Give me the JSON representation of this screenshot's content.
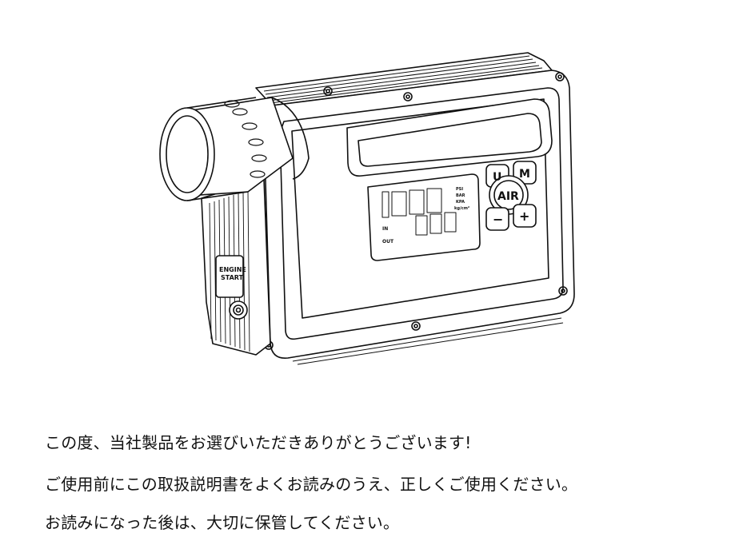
{
  "device": {
    "label_engine": "ENGINE",
    "label_start": "START",
    "btn_u": "U",
    "btn_m": "M",
    "btn_air": "AIR",
    "btn_minus": "−",
    "btn_plus": "+",
    "lcd_in": "IN",
    "lcd_out": "OUT",
    "lcd_psi": "PSI",
    "lcd_bar": "BAR",
    "lcd_kpa": "KPA",
    "lcd_kgfcm2": "kg/cm²"
  },
  "intro": {
    "line1": "この度、当社製品をお選びいただきありがとうございます!",
    "line2": "ご使用前にこの取扱説明書をよくお読みのうえ、正しくご使用ください。",
    "line3": "お読みになった後は、大切に保管してください。"
  }
}
